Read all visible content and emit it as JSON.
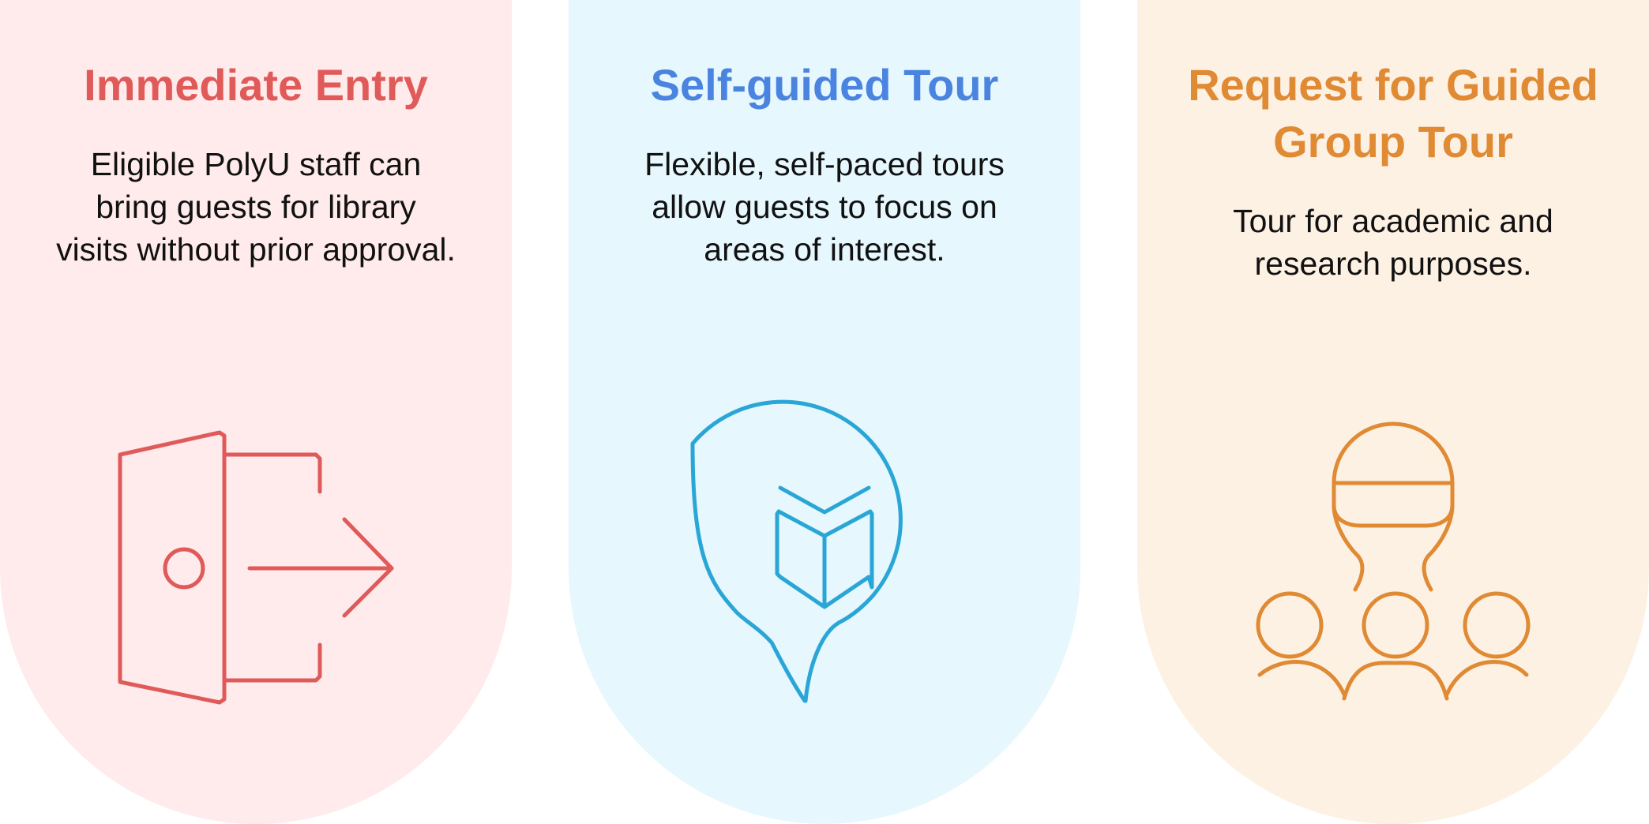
{
  "cards": [
    {
      "title": "Immediate Entry",
      "text": "Eligible PolyU staff can bring guests for library visits without prior approval.",
      "icon": "door-exit-arrow-icon",
      "title_color": "#e05a5a",
      "background_color": "#ffebeb",
      "icon_color": "#e05a5a"
    },
    {
      "title": "Self-guided Tour",
      "text": "Flexible, self-paced tours allow guests to focus on areas of interest.",
      "icon": "book-location-pin-icon",
      "title_color": "#4a84e0",
      "background_color": "#e6f7fd",
      "icon_color": "#2aa6d6"
    },
    {
      "title": "Request for Guided Group Tour",
      "text": "Tour for academic and research purposes.",
      "icon": "guide-group-icon",
      "title_color": "#e08a33",
      "background_color": "#fdf1e4",
      "icon_color": "#e08a33"
    }
  ]
}
